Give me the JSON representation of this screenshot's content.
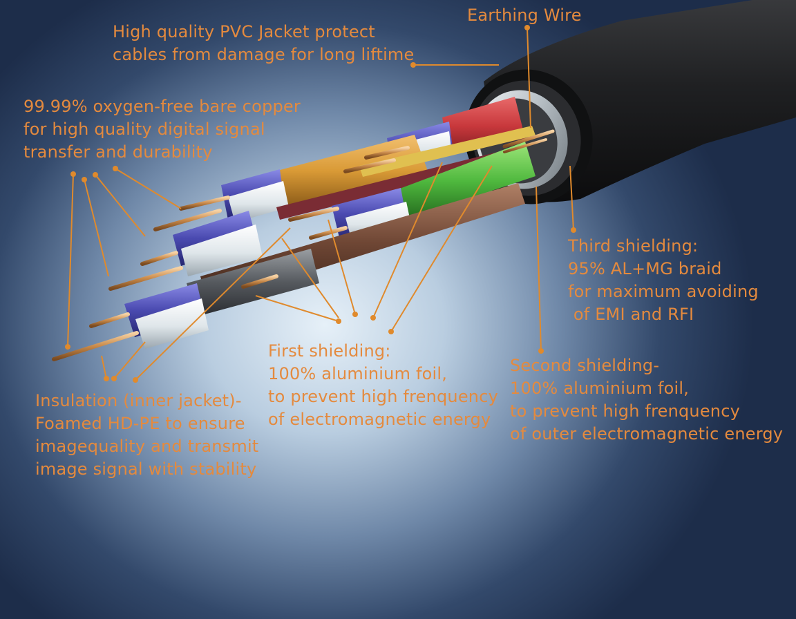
{
  "labels": {
    "earthing": "Earthing Wire",
    "jacket": [
      "High quality PVC Jacket protect",
      "cables from damage for long liftime"
    ],
    "copper": [
      "99.99% oxygen-free bare copper",
      "for high quality digital signal",
      "transfer and durability"
    ],
    "third": [
      "Third shielding:",
      "95% AL+MG braid",
      "for maximum avoiding",
      " of EMI and RFI"
    ],
    "first": [
      "First shielding:",
      "100% aluminium foil,",
      "to prevent high frenquency",
      "of electromagnetic energy"
    ],
    "second": [
      "Second shielding-",
      "100% aluminium foil,",
      "to prevent high frenquency",
      "of outer electromagnetic energy"
    ],
    "insulation": [
      "Insulation (inner jacket)-",
      "Foamed HD-PE to ensure",
      "imagequality and transmit",
      "image signal with stability"
    ]
  },
  "colors": {
    "label": "#e48a3e",
    "leader": "#e08a2c",
    "jacket": "#1c1c1e",
    "red": "#c8383c",
    "yellow": "#e0c050",
    "orange": "#d99a36",
    "green": "#4fb83e",
    "blue": "#4a4ab0",
    "white": "#e8eef2",
    "copper": "#c98a4a"
  }
}
